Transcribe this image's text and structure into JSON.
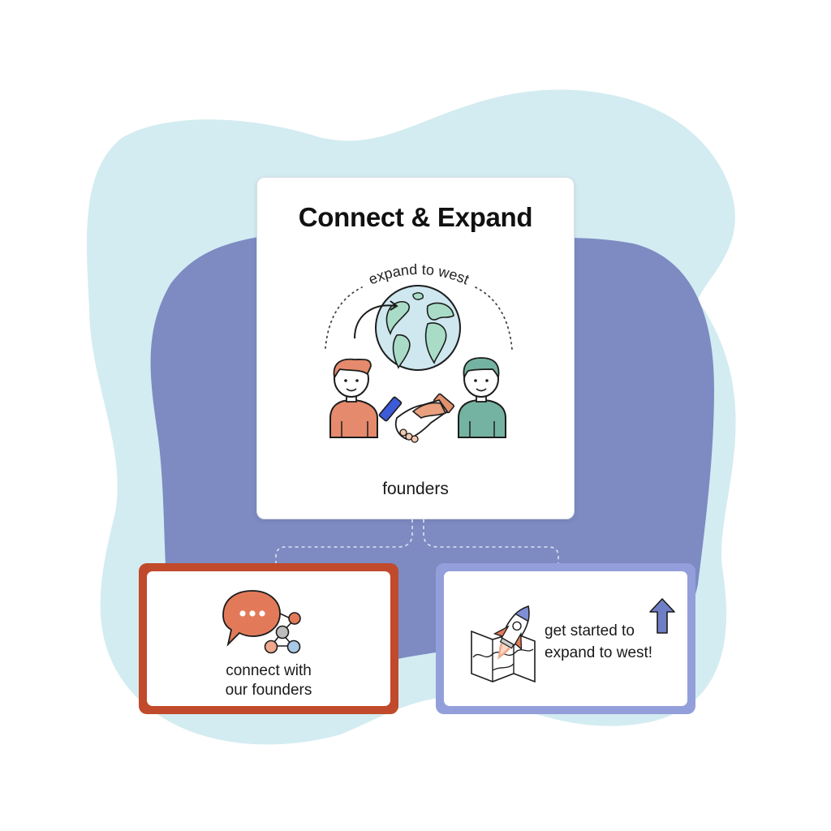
{
  "main_card": {
    "title": "Connect & Expand",
    "illustration_arc_label": "expand to west",
    "caption": "founders",
    "icons": [
      "globe-icon",
      "person-orange-icon",
      "person-teal-icon",
      "handshake-icon",
      "curved-arrow-icon"
    ]
  },
  "cards": [
    {
      "line1": "connect with",
      "line2": "our founders",
      "icons": [
        "chat-bubble-icon",
        "network-nodes-icon"
      ],
      "border_color": "#c04a2b"
    },
    {
      "line1": "get started to",
      "line2": "expand to west!",
      "icons": [
        "rocket-icon",
        "map-icon",
        "up-arrow-icon"
      ],
      "border_color": "#939fdb"
    }
  ],
  "colors": {
    "blob_light": "#d3ecf1",
    "blob_purple": "#7d8bc2",
    "accent_orange": "#e2785a",
    "accent_teal": "#6fae9c",
    "accent_blue": "#6f7fc6"
  }
}
